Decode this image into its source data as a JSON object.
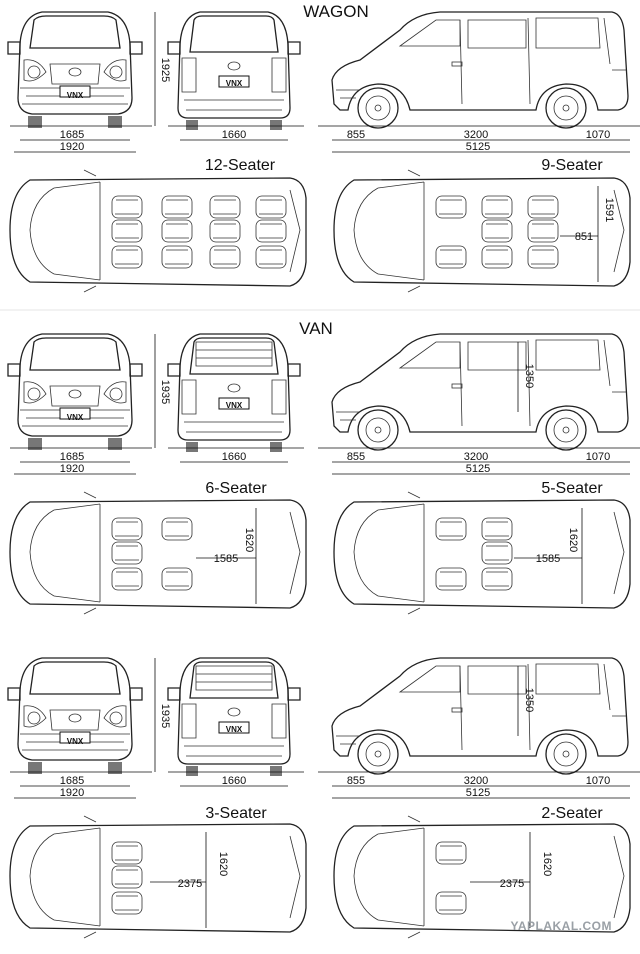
{
  "sections": {
    "wagon": "WAGON",
    "van": "VAN"
  },
  "plate_text": "VNX",
  "layouts": {
    "seat12": "12-Seater",
    "seat9": "9-Seater",
    "seat6": "6-Seater",
    "seat5": "5-Seater",
    "seat3": "3-Seater",
    "seat2": "2-Seater"
  },
  "dims": {
    "front_track": "1685",
    "width": "1920",
    "rear_track": "1660",
    "front_overhang": "855",
    "wheelbase": "3200",
    "rear_overhang": "1070",
    "length": "5125",
    "height_wagon": "1925",
    "height_van": "1935",
    "interior_height": "1350",
    "cargo_w_9": "1591",
    "cargo_l_9": "851",
    "cargo_w": "1620",
    "cargo_l_56": "1585",
    "cargo_l_23": "2375"
  },
  "watermark": "YAPLAKAL.COM"
}
